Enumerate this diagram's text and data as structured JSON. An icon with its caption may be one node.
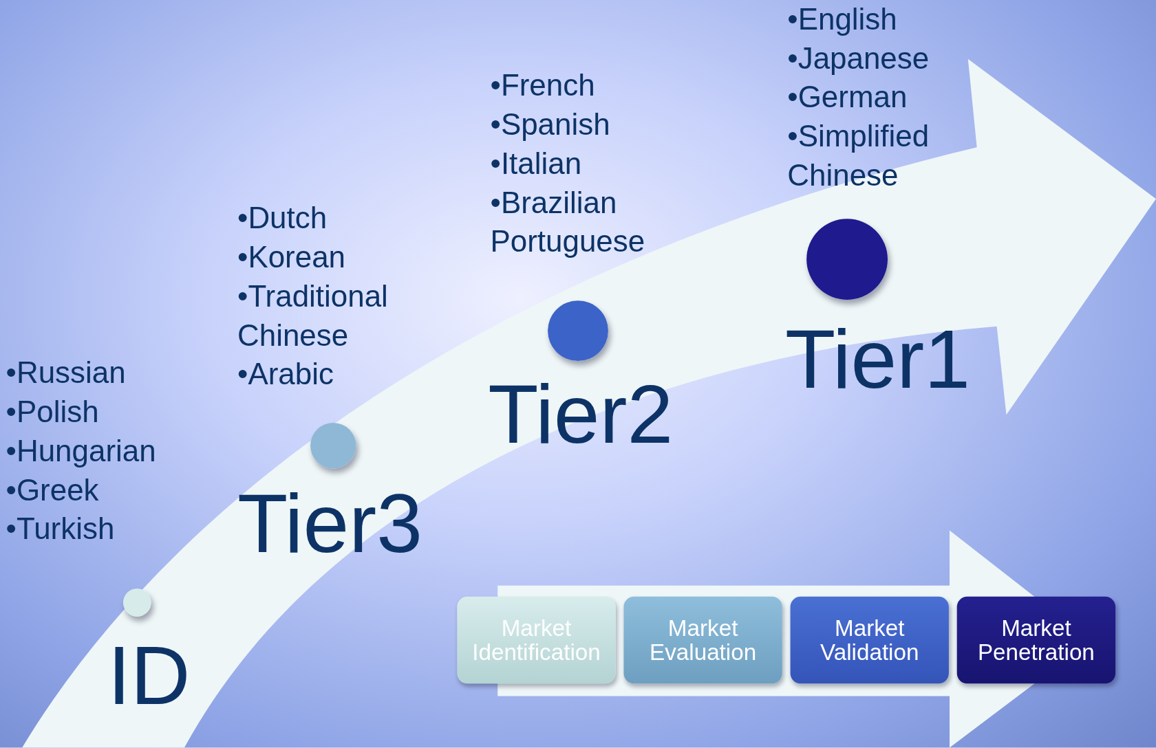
{
  "diagram": {
    "nodes": [
      {
        "text": [],
        "shape": "circle",
        "beside": [
          "ID",
          "•Russian",
          "•Polish",
          "•Hungarian",
          "•Greek",
          "•Turkish"
        ]
      },
      {
        "text": [],
        "shape": "circle",
        "beside": [
          "Tier3",
          "•Dutch",
          "•Korean",
          "•Traditional Chinese",
          "•Arabic"
        ]
      },
      {
        "text": [],
        "shape": "circle",
        "beside": [
          "Tier2",
          "•French",
          "•Spanish",
          "•Italian",
          "•Brazilian Portuguese"
        ]
      },
      {
        "text": [],
        "shape": "circle",
        "beside": [
          "Tier1",
          "•English",
          "•Japanese",
          "•German",
          "•Simplified Chinese"
        ]
      },
      {
        "text": [
          "Market Identification"
        ]
      },
      {
        "text": [
          "Market Evaluation"
        ]
      },
      {
        "text": [
          "Market Validation"
        ]
      },
      {
        "text": [
          "Market Penetration"
        ]
      }
    ],
    "edges": [
      {
        "from": 4,
        "to": 7,
        "arrow": "to"
      }
    ]
  }
}
